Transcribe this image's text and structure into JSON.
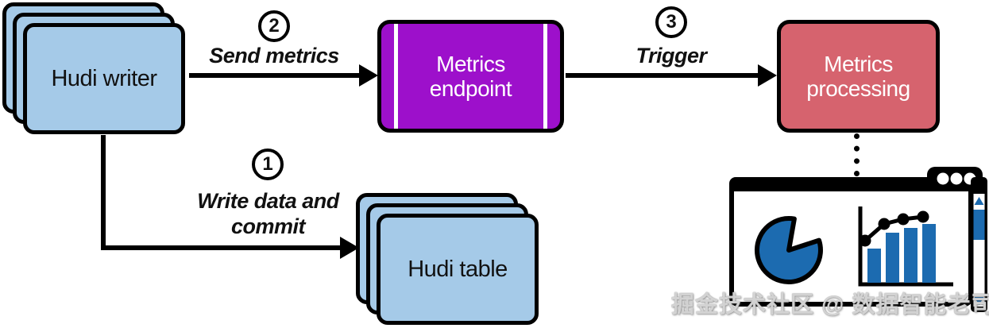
{
  "nodes": {
    "hudi_writer": {
      "label": "Hudi writer",
      "fill": "#A5CAE8",
      "type": "stacked-card"
    },
    "metrics_endpoint": {
      "label": "Metrics endpoint",
      "fill": "#9D10CB",
      "type": "queue-box"
    },
    "metrics_processing": {
      "label": "Metrics processing",
      "fill": "#D6636E",
      "type": "box"
    },
    "hudi_table": {
      "label": "Hudi table",
      "fill": "#A5CAE8",
      "type": "stacked-card"
    }
  },
  "steps": {
    "step1": {
      "number": "1",
      "label": "Write data and commit",
      "from": "hudi_writer",
      "to": "hudi_table"
    },
    "step2": {
      "number": "2",
      "label": "Send metrics",
      "from": "hudi_writer",
      "to": "metrics_endpoint"
    },
    "step3": {
      "number": "3",
      "label": "Trigger",
      "from": "metrics_endpoint",
      "to": "metrics_processing"
    }
  },
  "dashboard": {
    "icons": [
      "browser-window-icon",
      "window-buttons-icon",
      "scrollbar-icon",
      "pie-chart-icon",
      "bar-chart-icon",
      "trend-line-icon"
    ],
    "chart_blue": "#1C6BB0"
  },
  "watermark": {
    "text": "掘金技术社区 @ 数据智能老司机"
  },
  "colors": {
    "card_blue": "#A5CAE8",
    "endpoint_purple": "#9D10CB",
    "processing_red": "#D6636E",
    "line_black": "#000000"
  }
}
